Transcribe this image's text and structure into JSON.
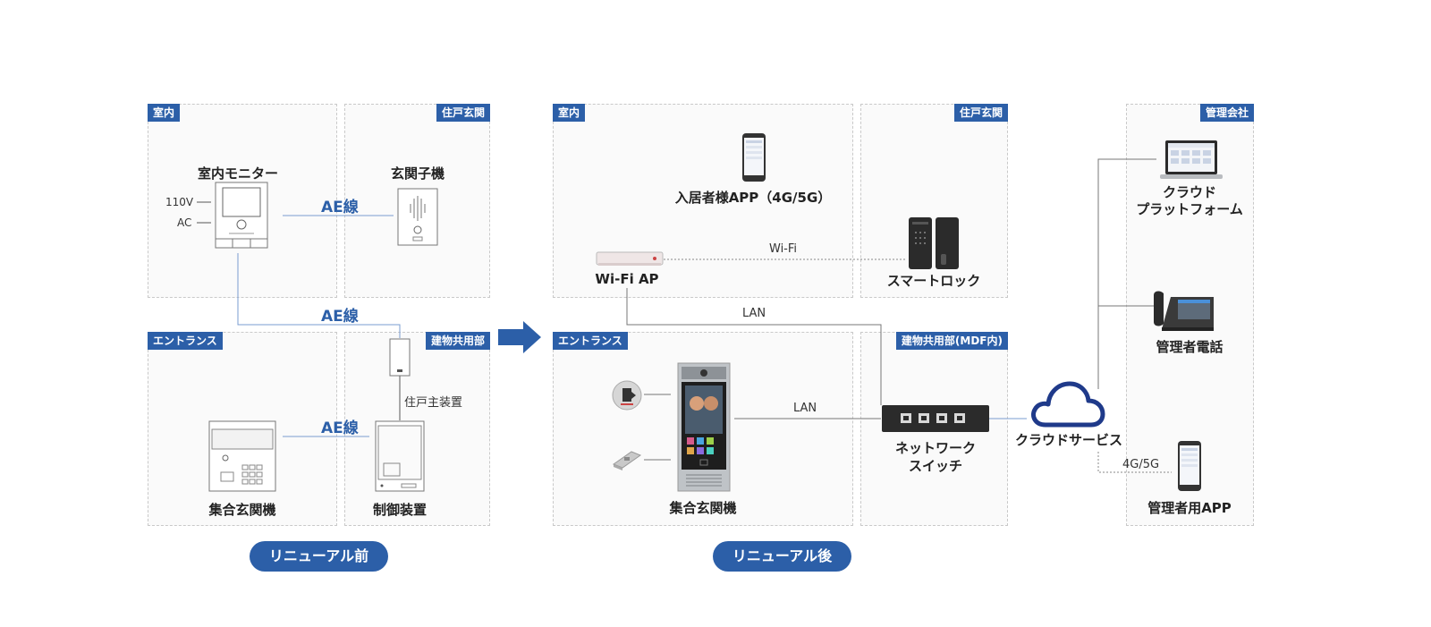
{
  "before": {
    "zones": {
      "indoor": "室内",
      "unit_entrance": "住戸玄関",
      "entrance": "エントランス",
      "common": "建物共用部"
    },
    "devices": {
      "indoor_monitor": "室内モニター",
      "door_station": "玄関子機",
      "lobby_panel": "集合玄関機",
      "controller": "制御装置",
      "unit_main": "住戸主装置"
    },
    "power": {
      "v110": "110V",
      "ac": "AC"
    },
    "ae_line": "AE線",
    "pill": "リニューアル前"
  },
  "after": {
    "zones": {
      "indoor": "室内",
      "unit_entrance": "住戸玄関",
      "entrance": "エントランス",
      "common": "建物共用部(MDF内)",
      "management": "管理会社"
    },
    "devices": {
      "resident_app": "入居者様APP（4G/5G）",
      "wifi_ap": "Wi-Fi AP",
      "smart_lock": "スマートロック",
      "lobby_panel": "集合玄関機",
      "network_switch_1": "ネットワーク",
      "network_switch_2": "スイッチ",
      "cloud_service": "クラウドサービス",
      "cloud_platform_1": "クラウド",
      "cloud_platform_2": "プラットフォーム",
      "manager_phone": "管理者電話",
      "manager_app": "管理者用APP"
    },
    "links": {
      "wifi": "Wi-Fi",
      "lan_1": "LAN",
      "lan_2": "LAN",
      "mobile": "4G/5G"
    },
    "pill": "リニューアル後"
  },
  "colors": {
    "accent": "#2c5fa8",
    "line": "#7a9cd0",
    "cloud": "#1f3a8a"
  }
}
